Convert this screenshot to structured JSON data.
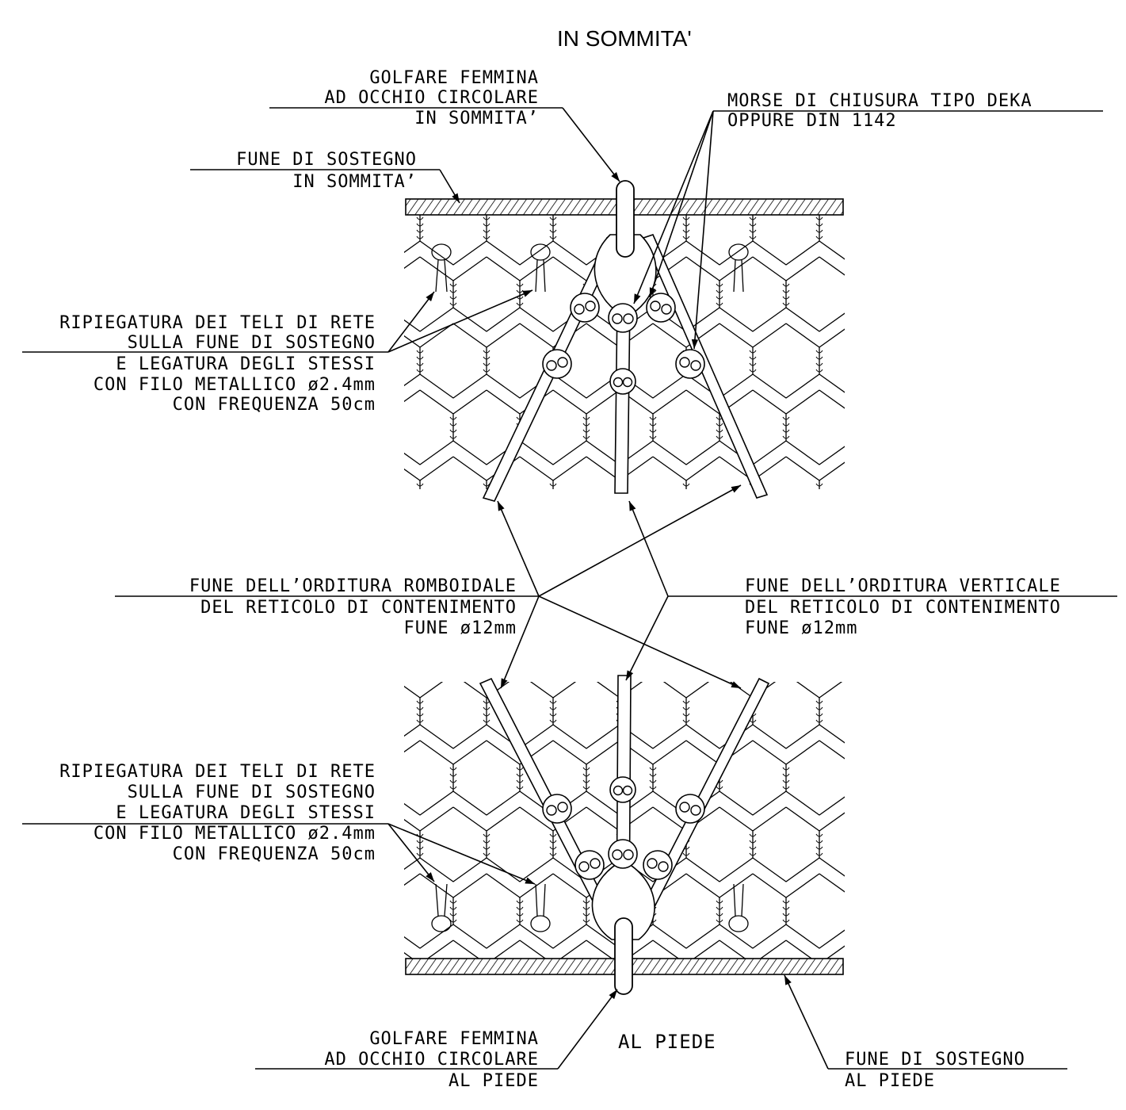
{
  "titles": {
    "top": "IN SOMMITA'",
    "bottom": "AL PIEDE"
  },
  "labels": {
    "golfare_top": [
      "GOLFARE FEMMINA",
      "AD OCCHIO CIRCOLARE",
      "IN SOMMITA’"
    ],
    "morse": [
      "MORSE DI CHIUSURA TIPO DEKA",
      "OPPURE DIN 1142"
    ],
    "fune_sostegno_top": [
      "FUNE DI SOSTEGNO",
      "IN SOMMITA’"
    ],
    "ripiegatura_top": [
      "RIPIEGATURA DEI TELI DI RETE",
      "SULLA FUNE DI SOSTEGNO",
      "E LEGATURA DEGLI STESSI",
      "CON FILO METALLICO ø2.4mm",
      "CON FREQUENZA 50cm"
    ],
    "romboidale": [
      "FUNE DELL’ORDITURA ROMBOIDALE",
      "DEL RETICOLO DI CONTENIMENTO",
      "FUNE ø12mm"
    ],
    "verticale": [
      "FUNE DELL’ORDITURA VERTICALE",
      "DEL RETICOLO DI CONTENIMENTO",
      "FUNE ø12mm"
    ],
    "ripiegatura_bottom": [
      "RIPIEGATURA DEI TELI DI RETE",
      "SULLA FUNE DI SOSTEGNO",
      "E LEGATURA DEGLI STESSI",
      "CON FILO METALLICO ø2.4mm",
      "CON FREQUENZA 50cm"
    ],
    "golfare_bottom": [
      "GOLFARE FEMMINA",
      "AD OCCHIO CIRCOLARE",
      "AL PIEDE"
    ],
    "fune_sostegno_bottom": [
      "FUNE DI SOSTEGNO",
      "AL PIEDE"
    ]
  }
}
